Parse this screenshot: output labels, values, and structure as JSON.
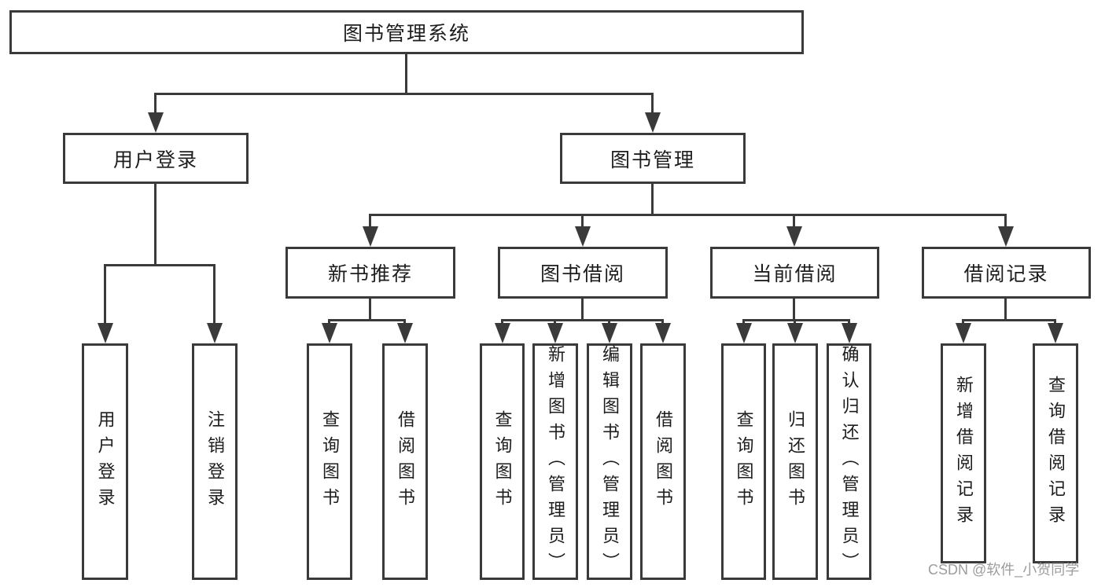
{
  "diagram": {
    "title": "图书管理系统",
    "root": {
      "label": "图书管理系统"
    },
    "level2": [
      {
        "label": "用户登录"
      },
      {
        "label": "图书管理"
      }
    ],
    "level3": [
      {
        "label": "新书推荐"
      },
      {
        "label": "图书借阅"
      },
      {
        "label": "当前借阅"
      },
      {
        "label": "借阅记录"
      }
    ],
    "leaves": {
      "user_login": [
        {
          "label": "用户登录"
        },
        {
          "label": "注销登录"
        }
      ],
      "new_book": [
        {
          "label": "查询图书"
        },
        {
          "label": "借阅图书"
        }
      ],
      "book_borrow": [
        {
          "label": "查询图书"
        },
        {
          "label": "新增图书（管理员）"
        },
        {
          "label": "编辑图书（管理员）"
        },
        {
          "label": "借阅图书"
        }
      ],
      "current_borrow": [
        {
          "label": "查询图书"
        },
        {
          "label": "归还图书"
        },
        {
          "label": "确认归还（管理员）"
        }
      ],
      "borrow_record": [
        {
          "label": "新增借阅记录"
        },
        {
          "label": "查询借阅记录"
        }
      ]
    }
  },
  "watermark": {
    "text": "CSDN @软件_小贺同学"
  },
  "colors": {
    "line": "#3a3a3a",
    "text": "#1d1d1d",
    "background": "#ffffff",
    "watermark": "#949494"
  }
}
